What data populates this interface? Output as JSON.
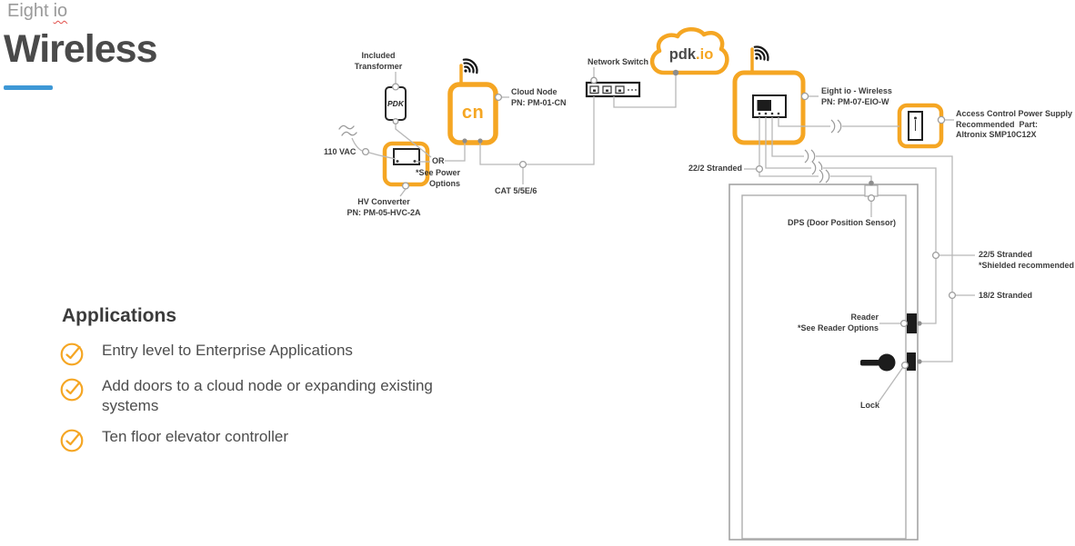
{
  "header": {
    "suptitle_word1": "Eight",
    "suptitle_word2": "io",
    "title": "Wireless"
  },
  "applications": {
    "heading": "Applications",
    "items": [
      {
        "label": "Entry level to Enterprise Applications"
      },
      {
        "label": "Add doors to a cloud node or expanding existing systems"
      },
      {
        "label": "Ten floor elevator controller"
      }
    ]
  },
  "diagram": {
    "labels": {
      "included_transformer": "Included\nTransformer",
      "pdk_device": "PDK",
      "vac": "110 VAC",
      "hv_converter": "HV Converter\nPN: PM-05-HVC-2A",
      "or": "OR",
      "see_power_options": "*See Power\nOptions",
      "cloud_node": "Cloud Node\nPN: PM-01-CN",
      "cn": "cn",
      "cat": "CAT 5/5E/6",
      "network_switch": "Network Switch",
      "pdk_io_dark": "pdk",
      "pdk_io_accent": ".io",
      "eight_io_wireless": "Eight io - Wireless\nPN: PM-07-EIO-W",
      "power_supply": "Access Control Power Supply\nRecommended  Part:\nAltronix SMP10C12X",
      "stranded_22_2": "22/2 Stranded",
      "dps": "DPS (Door Position Sensor)",
      "stranded_22_5": "22/5 Stranded\n*Shielded recommended",
      "stranded_18_2": "18/2 Stranded",
      "reader": "Reader\n*See Reader Options",
      "lock": "Lock"
    },
    "colors": {
      "accent_orange": "#F5A623",
      "underline_blue": "#3E98D6",
      "spellcheck_red": "#E14F4A"
    }
  }
}
